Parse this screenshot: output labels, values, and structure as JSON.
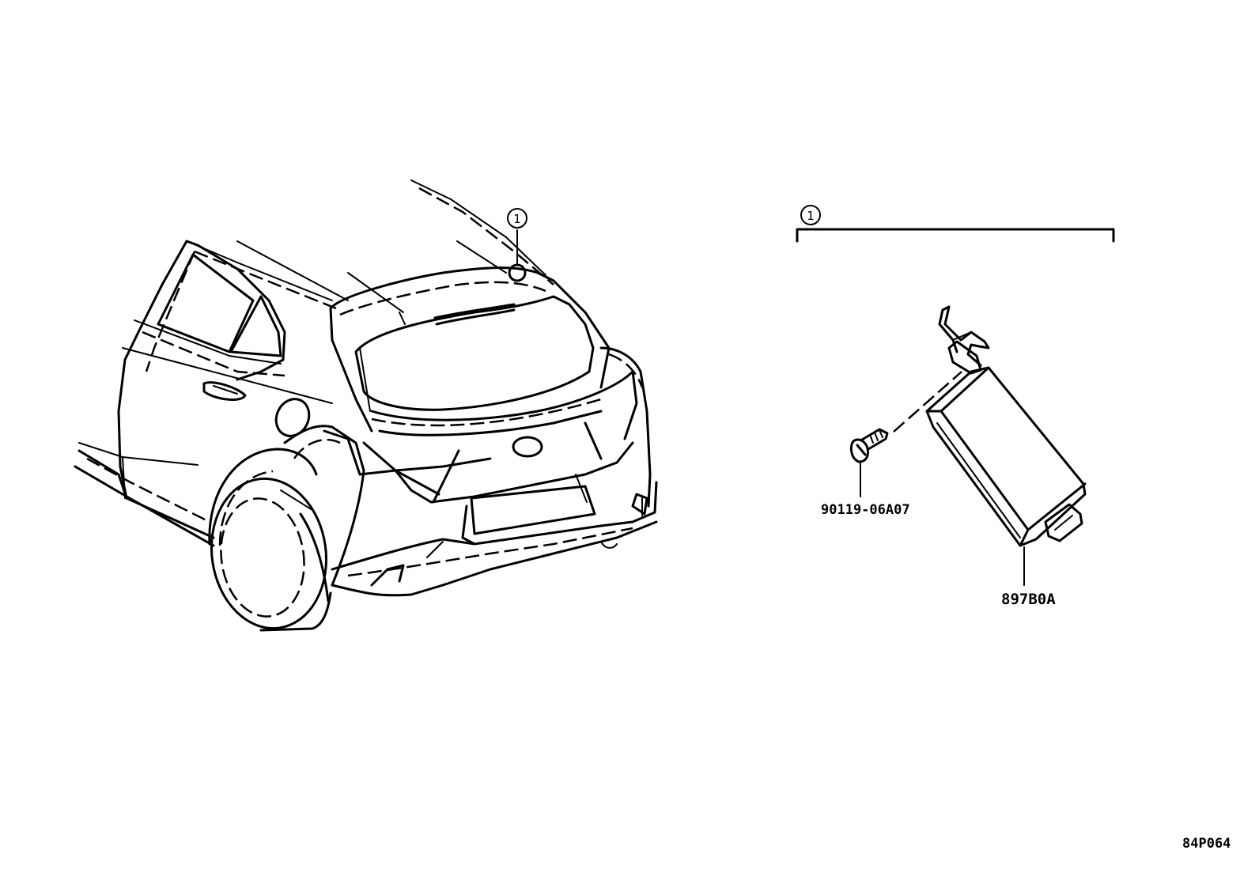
{
  "callouts": {
    "car_marker": "1",
    "assembly_marker": "1"
  },
  "parts": {
    "bolt_number": "90119-06A07",
    "module_number": "897B0A"
  },
  "diagram_code": "84P064",
  "icons": {
    "callout_marker": "circled-number-icon",
    "location_marker": "location-ring-icon"
  }
}
